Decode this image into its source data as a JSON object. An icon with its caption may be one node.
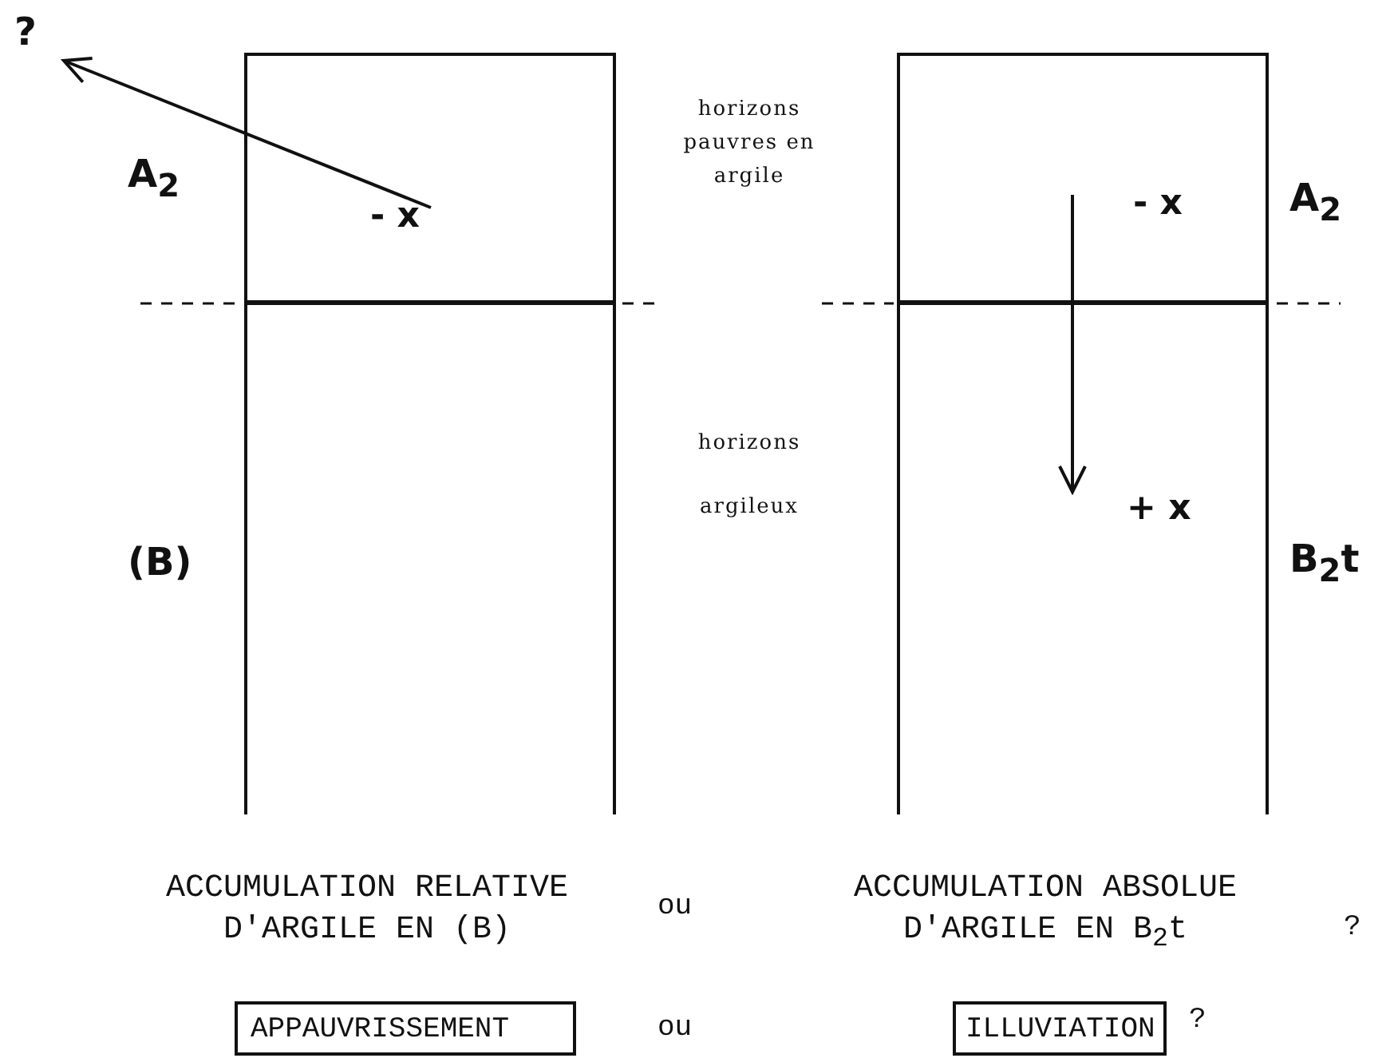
{
  "diagram": {
    "nodes": [
      {
        "text": [
          "- x"
        ]
      },
      {
        "text": [],
        "shape": "box"
      },
      {
        "text": [
          "?"
        ]
      },
      {
        "text": [
          "- x"
        ]
      },
      {
        "text": [
          "+ x"
        ]
      },
      {
        "text": [
          "APPAUVRISSEMENT"
        ]
      },
      {
        "text": [
          "ILLUVIATION"
        ]
      }
    ],
    "edges": [
      {
        "from": 0,
        "to": 2,
        "arrow": "to"
      },
      {
        "from": 3,
        "to": 4,
        "arrow": "to"
      }
    ],
    "labels": [
      "A$_{2}$",
      "horizons pauvres en argile",
      "A$_{2}$",
      "horizons argileux",
      "(B)",
      "B$_{2}$t",
      "ACCUMULATION RELATIVE D'ARGILE EN (B)",
      "ou",
      "ACCUMULATION ABSOLUE D'ARGILE EN B$_{2}$t",
      "?",
      "ou",
      "?"
    ]
  }
}
